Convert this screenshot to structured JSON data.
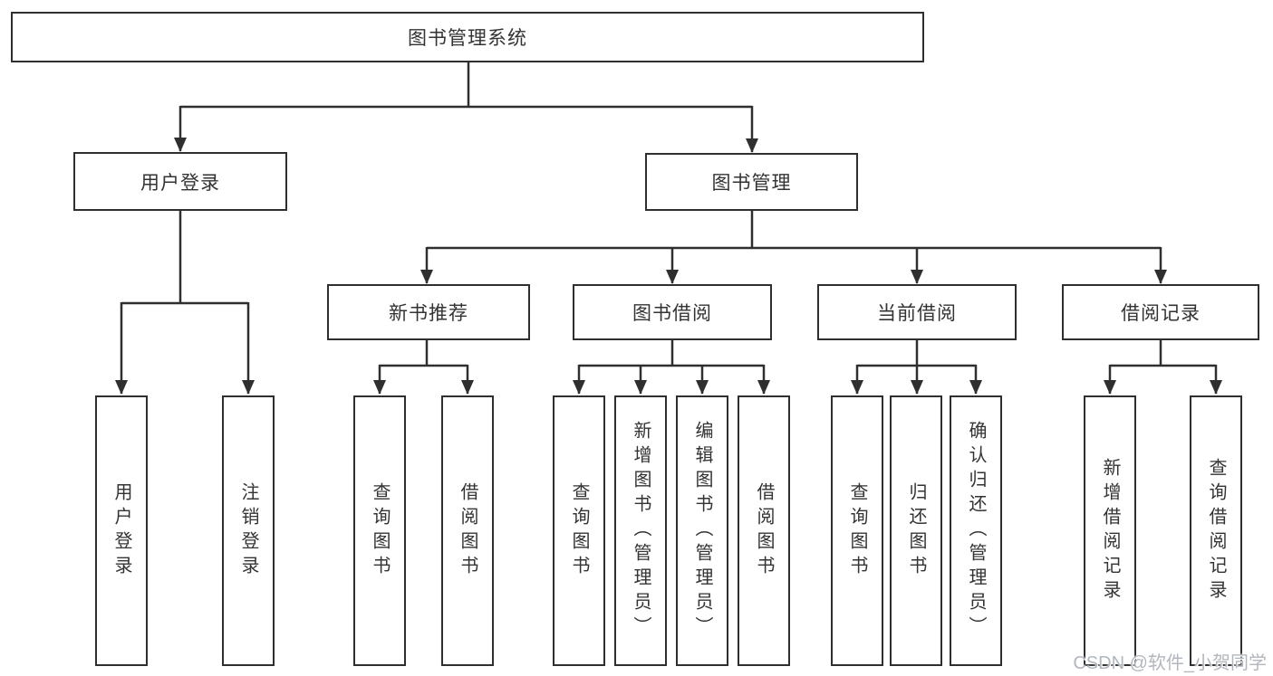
{
  "diagram": {
    "title": "图书管理系统",
    "level2": {
      "user_login": "用户登录",
      "book_mgmt": "图书管理"
    },
    "level3": {
      "new_books": "新书推荐",
      "book_borrow": "图书借阅",
      "current_borrow": "当前借阅",
      "borrow_records": "借阅记录"
    },
    "leaves": {
      "user_login": [
        "用户登录",
        "注销登录"
      ],
      "new_books": [
        "查询图书",
        "借阅图书"
      ],
      "book_borrow": [
        "查询图书",
        "新增图书（管理员）",
        "编辑图书（管理员）",
        "借阅图书"
      ],
      "current_borrow": [
        "查询图书",
        "归还图书",
        "确认归还（管理员）"
      ],
      "borrow_records": [
        "新增借阅记录",
        "查询借阅记录"
      ]
    }
  },
  "watermark": "CSDN @软件_小贺同学",
  "colors": {
    "line": "#2f2f2f",
    "text": "#333333",
    "watermark_text": "#b2b7bd",
    "background": "#ffffff"
  }
}
